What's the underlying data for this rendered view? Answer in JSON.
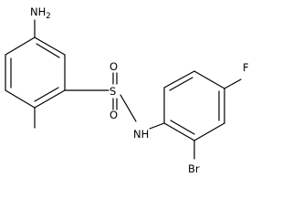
{
  "molecule": {
    "atoms": {
      "amino_group": {
        "element": "N",
        "subscript": "2",
        "text": "NH2"
      },
      "sulfur": {
        "text": "S"
      },
      "oxygen_top": {
        "text": "O"
      },
      "oxygen_bottom": {
        "text": "O"
      },
      "sulfonamide_nitrogen": {
        "text": "NH"
      },
      "bromine": {
        "text": "Br"
      },
      "fluorine": {
        "text": "F"
      }
    }
  },
  "colors": {
    "bond": "#000000",
    "label": "#000000",
    "background": "#ffffff"
  }
}
